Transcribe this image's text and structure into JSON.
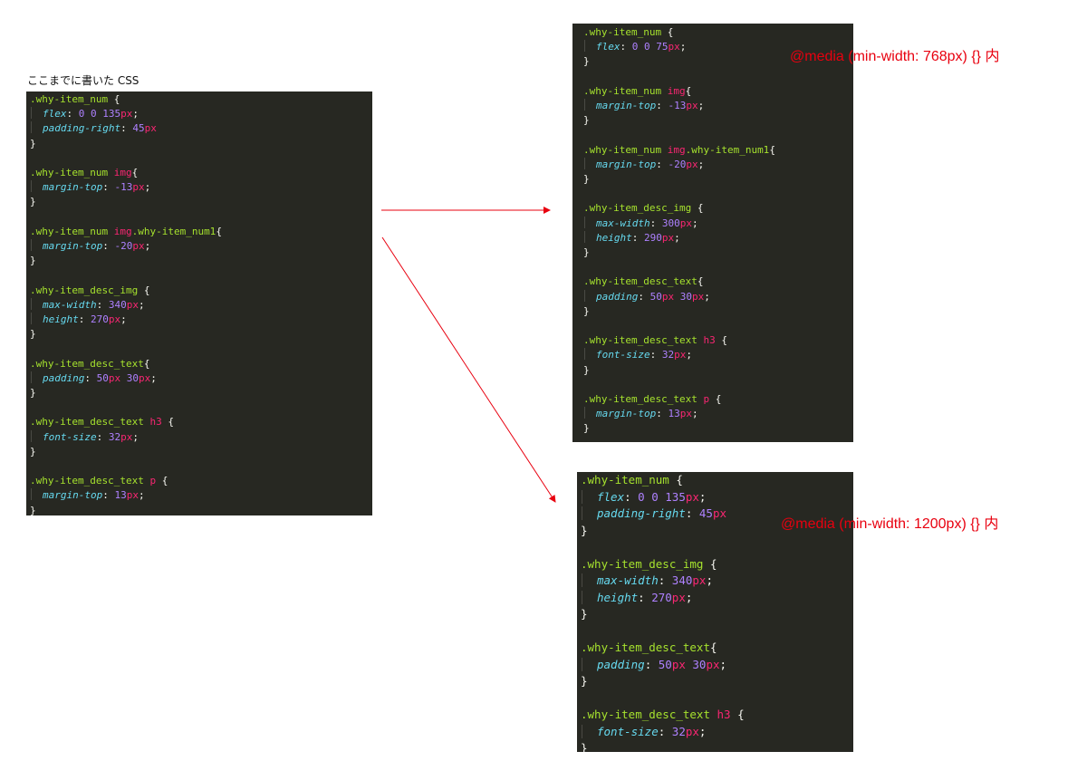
{
  "caption": "ここまでに書いた CSS",
  "annotations": {
    "media_768": "@media (min-width: 768px) {} 内",
    "media_1200": "@media (min-width: 1200px) {} 内"
  },
  "colors": {
    "editor_background": "#272822",
    "selector": "#a6e22e",
    "tag": "#f92672",
    "property": "#66d9ef",
    "number": "#ae81ff",
    "unit": "#f92672",
    "arrow": "#e8000f"
  },
  "panels": {
    "left": [
      [
        {
          "t": ".why-item_num",
          "c": "sel"
        },
        {
          "t": " {",
          "c": "brace"
        }
      ],
      [
        {
          "indent": true
        },
        {
          "t": "flex",
          "c": "prop"
        },
        {
          "t": ": ",
          "c": "punc"
        },
        {
          "t": "0 0 135",
          "c": "num"
        },
        {
          "t": "px",
          "c": "unit"
        },
        {
          "t": ";",
          "c": "punc"
        }
      ],
      [
        {
          "indent": true
        },
        {
          "t": "padding-right",
          "c": "prop"
        },
        {
          "t": ": ",
          "c": "punc"
        },
        {
          "t": "45",
          "c": "num"
        },
        {
          "t": "px",
          "c": "unit"
        }
      ],
      [
        {
          "t": "}",
          "c": "brace"
        }
      ],
      [],
      [
        {
          "t": ".why-item_num ",
          "c": "sel"
        },
        {
          "t": "img",
          "c": "tag"
        },
        {
          "t": "{",
          "c": "brace"
        }
      ],
      [
        {
          "indent": true
        },
        {
          "t": "margin-top",
          "c": "prop"
        },
        {
          "t": ": ",
          "c": "punc"
        },
        {
          "t": "-13",
          "c": "num"
        },
        {
          "t": "px",
          "c": "unit"
        },
        {
          "t": ";",
          "c": "punc"
        }
      ],
      [
        {
          "t": "}",
          "c": "brace"
        }
      ],
      [],
      [
        {
          "t": ".why-item_num ",
          "c": "sel"
        },
        {
          "t": "img",
          "c": "tag"
        },
        {
          "t": ".why-item_num1",
          "c": "sel"
        },
        {
          "t": "{",
          "c": "brace"
        }
      ],
      [
        {
          "indent": true
        },
        {
          "t": "margin-top",
          "c": "prop"
        },
        {
          "t": ": ",
          "c": "punc"
        },
        {
          "t": "-20",
          "c": "num"
        },
        {
          "t": "px",
          "c": "unit"
        },
        {
          "t": ";",
          "c": "punc"
        }
      ],
      [
        {
          "t": "}",
          "c": "brace"
        }
      ],
      [],
      [
        {
          "t": ".why-item_desc_img",
          "c": "sel"
        },
        {
          "t": " {",
          "c": "brace"
        }
      ],
      [
        {
          "indent": true
        },
        {
          "t": "max-width",
          "c": "prop"
        },
        {
          "t": ": ",
          "c": "punc"
        },
        {
          "t": "340",
          "c": "num"
        },
        {
          "t": "px",
          "c": "unit"
        },
        {
          "t": ";",
          "c": "punc"
        }
      ],
      [
        {
          "indent": true
        },
        {
          "t": "height",
          "c": "prop"
        },
        {
          "t": ": ",
          "c": "punc"
        },
        {
          "t": "270",
          "c": "num"
        },
        {
          "t": "px",
          "c": "unit"
        },
        {
          "t": ";",
          "c": "punc"
        }
      ],
      [
        {
          "t": "}",
          "c": "brace"
        }
      ],
      [],
      [
        {
          "t": ".why-item_desc_text",
          "c": "sel"
        },
        {
          "t": "{",
          "c": "brace"
        }
      ],
      [
        {
          "indent": true
        },
        {
          "t": "padding",
          "c": "prop"
        },
        {
          "t": ": ",
          "c": "punc"
        },
        {
          "t": "50",
          "c": "num"
        },
        {
          "t": "px",
          "c": "unit"
        },
        {
          "t": " ",
          "c": "punc"
        },
        {
          "t": "30",
          "c": "num"
        },
        {
          "t": "px",
          "c": "unit"
        },
        {
          "t": ";",
          "c": "punc"
        }
      ],
      [
        {
          "t": "}",
          "c": "brace"
        }
      ],
      [],
      [
        {
          "t": ".why-item_desc_text ",
          "c": "sel"
        },
        {
          "t": "h3",
          "c": "tag"
        },
        {
          "t": " {",
          "c": "brace"
        }
      ],
      [
        {
          "indent": true
        },
        {
          "t": "font-size",
          "c": "prop"
        },
        {
          "t": ": ",
          "c": "punc"
        },
        {
          "t": "32",
          "c": "num"
        },
        {
          "t": "px",
          "c": "unit"
        },
        {
          "t": ";",
          "c": "punc"
        }
      ],
      [
        {
          "t": "}",
          "c": "brace"
        }
      ],
      [],
      [
        {
          "t": ".why-item_desc_text ",
          "c": "sel"
        },
        {
          "t": "p",
          "c": "tag"
        },
        {
          "t": " {",
          "c": "brace"
        }
      ],
      [
        {
          "indent": true
        },
        {
          "t": "margin-top",
          "c": "prop"
        },
        {
          "t": ": ",
          "c": "punc"
        },
        {
          "t": "13",
          "c": "num"
        },
        {
          "t": "px",
          "c": "unit"
        },
        {
          "t": ";",
          "c": "punc"
        }
      ],
      [
        {
          "t": "}",
          "c": "brace"
        }
      ]
    ],
    "media768": [
      [
        {
          "t": ".why-item_num",
          "c": "sel"
        },
        {
          "t": " {",
          "c": "brace"
        }
      ],
      [
        {
          "indent": true
        },
        {
          "t": "flex",
          "c": "prop"
        },
        {
          "t": ": ",
          "c": "punc"
        },
        {
          "t": "0 0 75",
          "c": "num"
        },
        {
          "t": "px",
          "c": "unit"
        },
        {
          "t": ";",
          "c": "punc"
        }
      ],
      [
        {
          "t": "}",
          "c": "brace"
        }
      ],
      [],
      [
        {
          "t": ".why-item_num ",
          "c": "sel"
        },
        {
          "t": "img",
          "c": "tag"
        },
        {
          "t": "{",
          "c": "brace"
        }
      ],
      [
        {
          "indent": true
        },
        {
          "t": "margin-top",
          "c": "prop"
        },
        {
          "t": ": ",
          "c": "punc"
        },
        {
          "t": "-13",
          "c": "num"
        },
        {
          "t": "px",
          "c": "unit"
        },
        {
          "t": ";",
          "c": "punc"
        }
      ],
      [
        {
          "t": "}",
          "c": "brace"
        }
      ],
      [],
      [
        {
          "t": ".why-item_num ",
          "c": "sel"
        },
        {
          "t": "img",
          "c": "tag"
        },
        {
          "t": ".why-item_num1",
          "c": "sel"
        },
        {
          "t": "{",
          "c": "brace"
        }
      ],
      [
        {
          "indent": true
        },
        {
          "t": "margin-top",
          "c": "prop"
        },
        {
          "t": ": ",
          "c": "punc"
        },
        {
          "t": "-20",
          "c": "num"
        },
        {
          "t": "px",
          "c": "unit"
        },
        {
          "t": ";",
          "c": "punc"
        }
      ],
      [
        {
          "t": "}",
          "c": "brace"
        }
      ],
      [],
      [
        {
          "t": ".why-item_desc_img",
          "c": "sel"
        },
        {
          "t": " {",
          "c": "brace"
        }
      ],
      [
        {
          "indent": true
        },
        {
          "t": "max-width",
          "c": "prop"
        },
        {
          "t": ": ",
          "c": "punc"
        },
        {
          "t": "300",
          "c": "num"
        },
        {
          "t": "px",
          "c": "unit"
        },
        {
          "t": ";",
          "c": "punc"
        }
      ],
      [
        {
          "indent": true
        },
        {
          "t": "height",
          "c": "prop"
        },
        {
          "t": ": ",
          "c": "punc"
        },
        {
          "t": "290",
          "c": "num"
        },
        {
          "t": "px",
          "c": "unit"
        },
        {
          "t": ";",
          "c": "punc"
        }
      ],
      [
        {
          "t": "}",
          "c": "brace"
        }
      ],
      [],
      [
        {
          "t": ".why-item_desc_text",
          "c": "sel"
        },
        {
          "t": "{",
          "c": "brace"
        }
      ],
      [
        {
          "indent": true
        },
        {
          "t": "padding",
          "c": "prop"
        },
        {
          "t": ": ",
          "c": "punc"
        },
        {
          "t": "50",
          "c": "num"
        },
        {
          "t": "px",
          "c": "unit"
        },
        {
          "t": " ",
          "c": "punc"
        },
        {
          "t": "30",
          "c": "num"
        },
        {
          "t": "px",
          "c": "unit"
        },
        {
          "t": ";",
          "c": "punc"
        }
      ],
      [
        {
          "t": "}",
          "c": "brace"
        }
      ],
      [],
      [
        {
          "t": ".why-item_desc_text ",
          "c": "sel"
        },
        {
          "t": "h3",
          "c": "tag"
        },
        {
          "t": " {",
          "c": "brace"
        }
      ],
      [
        {
          "indent": true
        },
        {
          "t": "font-size",
          "c": "prop"
        },
        {
          "t": ": ",
          "c": "punc"
        },
        {
          "t": "32",
          "c": "num"
        },
        {
          "t": "px",
          "c": "unit"
        },
        {
          "t": ";",
          "c": "punc"
        }
      ],
      [
        {
          "t": "}",
          "c": "brace"
        }
      ],
      [],
      [
        {
          "t": ".why-item_desc_text ",
          "c": "sel"
        },
        {
          "t": "p",
          "c": "tag"
        },
        {
          "t": " {",
          "c": "brace"
        }
      ],
      [
        {
          "indent": true
        },
        {
          "t": "margin-top",
          "c": "prop"
        },
        {
          "t": ": ",
          "c": "punc"
        },
        {
          "t": "13",
          "c": "num"
        },
        {
          "t": "px",
          "c": "unit"
        },
        {
          "t": ";",
          "c": "punc"
        }
      ],
      [
        {
          "t": "}",
          "c": "brace"
        }
      ]
    ],
    "media1200": [
      [
        {
          "t": ".why-item_num",
          "c": "sel"
        },
        {
          "t": " {",
          "c": "brace"
        }
      ],
      [
        {
          "indent": true
        },
        {
          "t": "flex",
          "c": "prop"
        },
        {
          "t": ": ",
          "c": "punc"
        },
        {
          "t": "0 0 135",
          "c": "num"
        },
        {
          "t": "px",
          "c": "unit"
        },
        {
          "t": ";",
          "c": "punc"
        }
      ],
      [
        {
          "indent": true
        },
        {
          "t": "padding-right",
          "c": "prop"
        },
        {
          "t": ": ",
          "c": "punc"
        },
        {
          "t": "45",
          "c": "num"
        },
        {
          "t": "px",
          "c": "unit"
        }
      ],
      [
        {
          "t": "}",
          "c": "brace"
        }
      ],
      [],
      [
        {
          "t": ".why-item_desc_img",
          "c": "sel"
        },
        {
          "t": " {",
          "c": "brace"
        }
      ],
      [
        {
          "indent": true
        },
        {
          "t": "max-width",
          "c": "prop"
        },
        {
          "t": ": ",
          "c": "punc"
        },
        {
          "t": "340",
          "c": "num"
        },
        {
          "t": "px",
          "c": "unit"
        },
        {
          "t": ";",
          "c": "punc"
        }
      ],
      [
        {
          "indent": true
        },
        {
          "t": "height",
          "c": "prop"
        },
        {
          "t": ": ",
          "c": "punc"
        },
        {
          "t": "270",
          "c": "num"
        },
        {
          "t": "px",
          "c": "unit"
        },
        {
          "t": ";",
          "c": "punc"
        }
      ],
      [
        {
          "t": "}",
          "c": "brace"
        }
      ],
      [],
      [
        {
          "t": ".why-item_desc_text",
          "c": "sel"
        },
        {
          "t": "{",
          "c": "brace"
        }
      ],
      [
        {
          "indent": true
        },
        {
          "t": "padding",
          "c": "prop"
        },
        {
          "t": ": ",
          "c": "punc"
        },
        {
          "t": "50",
          "c": "num"
        },
        {
          "t": "px",
          "c": "unit"
        },
        {
          "t": " ",
          "c": "punc"
        },
        {
          "t": "30",
          "c": "num"
        },
        {
          "t": "px",
          "c": "unit"
        },
        {
          "t": ";",
          "c": "punc"
        }
      ],
      [
        {
          "t": "}",
          "c": "brace"
        }
      ],
      [],
      [
        {
          "t": ".why-item_desc_text ",
          "c": "sel"
        },
        {
          "t": "h3",
          "c": "tag"
        },
        {
          "t": " {",
          "c": "brace"
        }
      ],
      [
        {
          "indent": true
        },
        {
          "t": "font-size",
          "c": "prop"
        },
        {
          "t": ": ",
          "c": "punc"
        },
        {
          "t": "32",
          "c": "num"
        },
        {
          "t": "px",
          "c": "unit"
        },
        {
          "t": ";",
          "c": "punc"
        }
      ],
      [
        {
          "t": "}",
          "c": "brace"
        }
      ]
    ]
  }
}
